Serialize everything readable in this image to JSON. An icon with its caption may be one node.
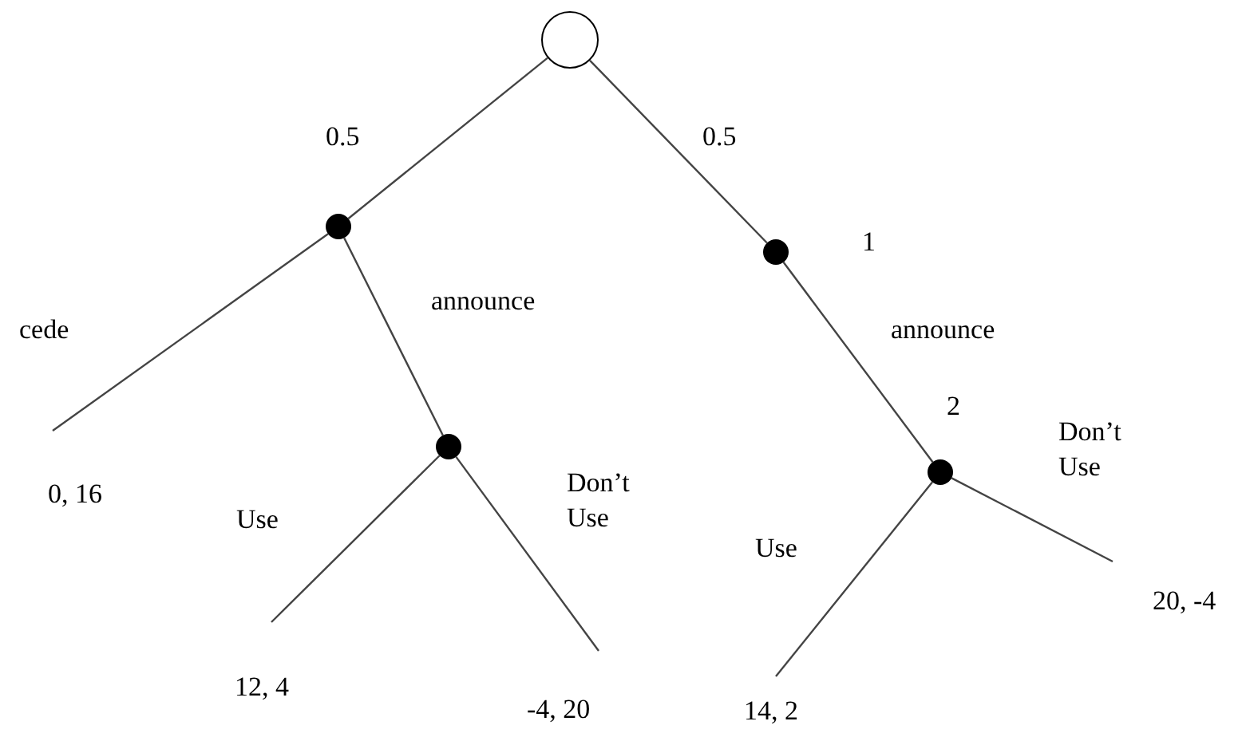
{
  "diagram": {
    "nodes": [
      {
        "text": [],
        "shape": "circle"
      },
      {
        "text": [],
        "shape": "circle"
      },
      {
        "text": [],
        "shape": "circle",
        "beside": [
          "1"
        ]
      },
      {
        "text": [],
        "shape": "circle"
      },
      {
        "text": [],
        "shape": "circle",
        "beside": [
          "2"
        ]
      },
      {
        "text": [
          "0, 16"
        ]
      },
      {
        "text": [
          "12, 4"
        ]
      },
      {
        "text": [
          "-4, 20"
        ]
      },
      {
        "text": [
          "14, 2"
        ]
      },
      {
        "text": [
          "20, -4"
        ]
      }
    ],
    "edges": [
      {
        "from": 0,
        "to": 1,
        "arrow": "none",
        "label": "0.5"
      },
      {
        "from": 0,
        "to": 2,
        "arrow": "none",
        "label": "0.5"
      },
      {
        "from": 1,
        "to": 5,
        "arrow": "none",
        "label": "cede"
      },
      {
        "from": 1,
        "to": 3,
        "arrow": "none",
        "label": "announce"
      },
      {
        "from": 2,
        "to": 4,
        "arrow": "none",
        "label": "announce"
      },
      {
        "from": 3,
        "to": 6,
        "arrow": "none",
        "label": "Use"
      },
      {
        "from": 3,
        "to": 7,
        "arrow": "none",
        "label": "Don’t Use"
      },
      {
        "from": 4,
        "to": 8,
        "arrow": "none",
        "label": "Use"
      },
      {
        "from": 4,
        "to": 9,
        "arrow": "none",
        "label": "Don’t Use"
      }
    ]
  }
}
